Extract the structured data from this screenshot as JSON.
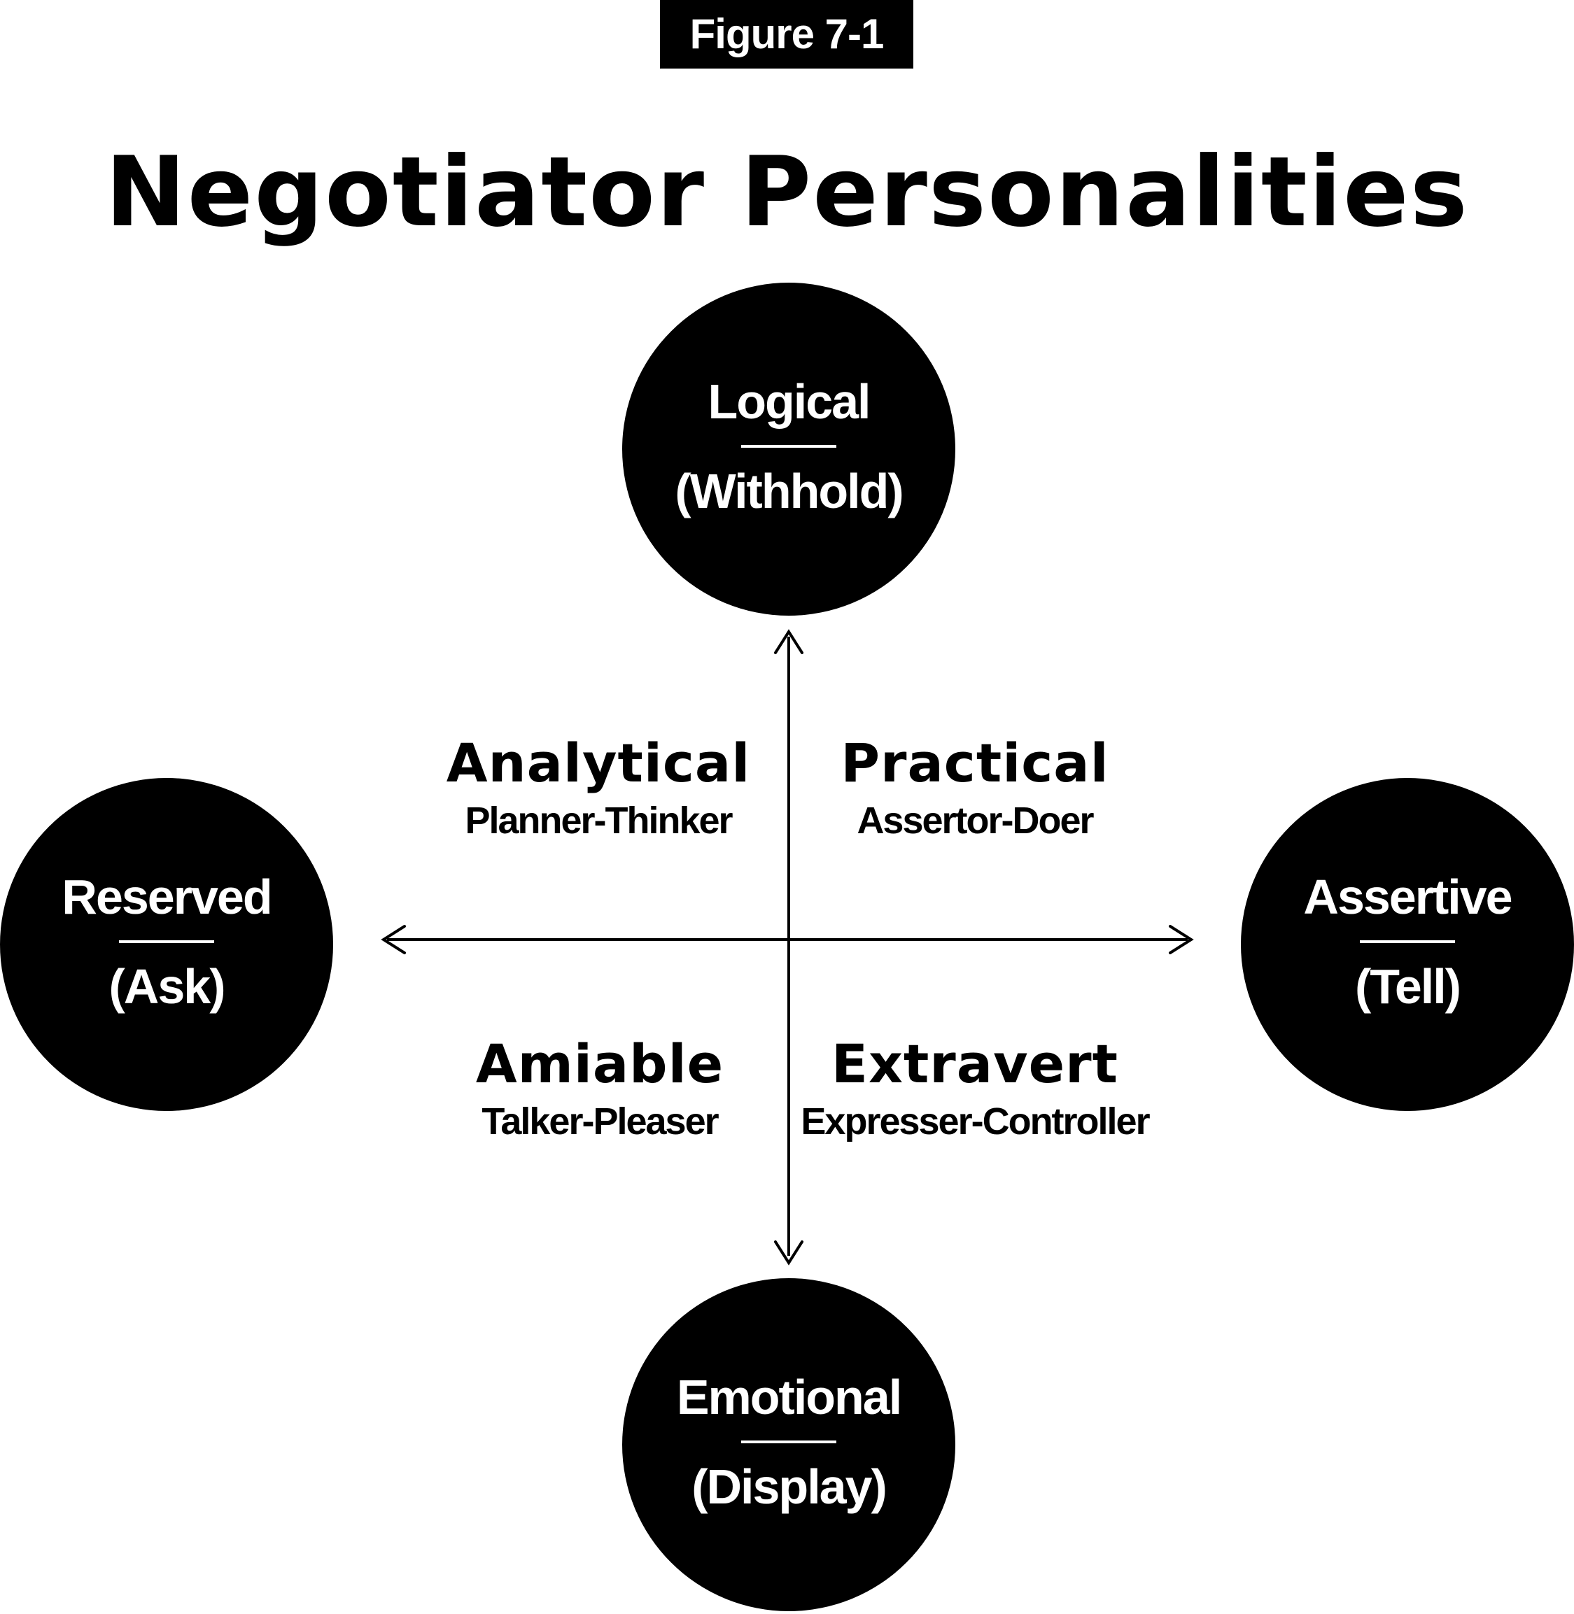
{
  "figure_label": "Figure 7-1",
  "title": "Negotiator Personalities",
  "poles": {
    "top": {
      "name": "Logical",
      "action": "(Withhold)"
    },
    "left": {
      "name": "Reserved",
      "action": "(Ask)"
    },
    "right": {
      "name": "Assertive",
      "action": "(Tell)"
    },
    "bottom": {
      "name": "Emotional",
      "action": "(Display)"
    }
  },
  "quadrants": {
    "top_left": {
      "name": "Analytical",
      "subtitle": "Planner-Thinker"
    },
    "top_right": {
      "name": "Practical",
      "subtitle": "Assertor-Doer"
    },
    "bottom_left": {
      "name": "Amiable",
      "subtitle": "Talker-Pleaser"
    },
    "bottom_right": {
      "name": "Extravert",
      "subtitle": "Expresser-Controller"
    }
  },
  "colors": {
    "ink": "#000000",
    "paper": "#ffffff"
  }
}
